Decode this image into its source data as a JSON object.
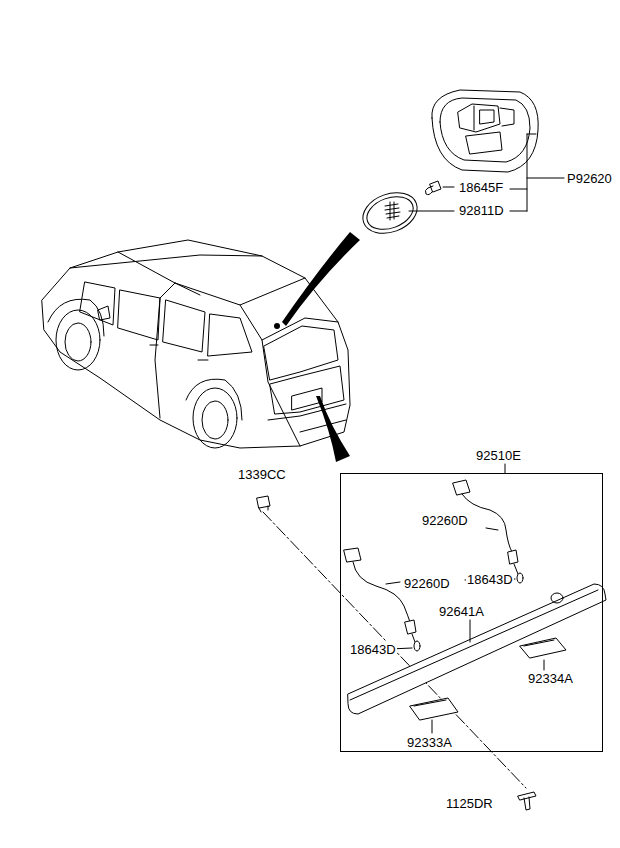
{
  "diagram": {
    "nodes": [
      {
        "text": [
          "92510E"
        ]
      }
    ],
    "labels": [
      "P92620",
      "18645F",
      "92811D",
      "1339CC",
      "92260D",
      "18643D",
      "92260D",
      "92641A",
      "18643D",
      "92334A",
      "92333A",
      "1125DR"
    ]
  }
}
